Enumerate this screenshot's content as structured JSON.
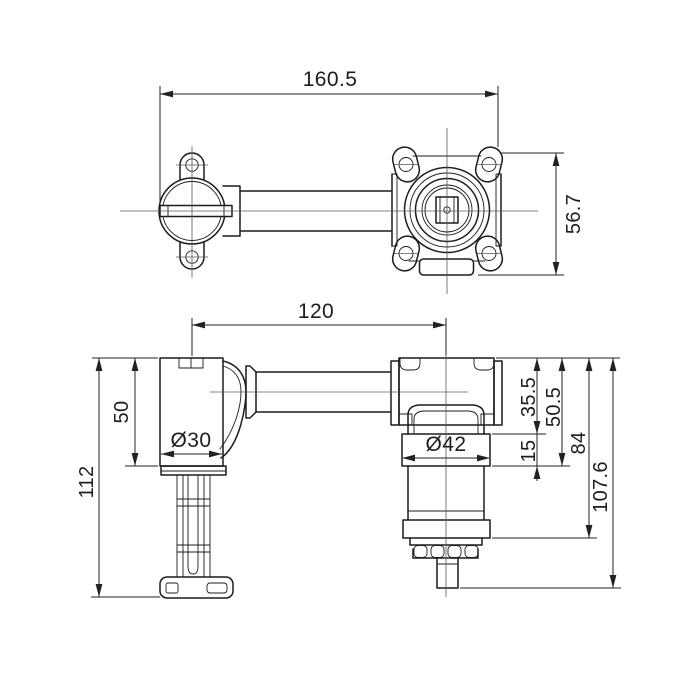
{
  "drawing": {
    "kind": "technical dimension drawing",
    "subject": "Wall-mounted basin mixer concealed rough-in valve, two views",
    "unit": "mm",
    "views": {
      "top": {
        "label": "top-view",
        "dims": {
          "overall_length": "160.5",
          "valve_height": "56.7"
        }
      },
      "front": {
        "label": "front-view",
        "dims": {
          "center_distance": "120",
          "spout_body_height": "50",
          "spout_overall_height": "112",
          "spout_diameter": "Ø30",
          "valve_diameter": "Ø42",
          "depth_to_shoulder": "35.5",
          "depth_to_body_mid": "50.5",
          "shoulder_step": "15",
          "depth_to_body_end": "84",
          "overall_depth": "107.6"
        }
      }
    }
  }
}
